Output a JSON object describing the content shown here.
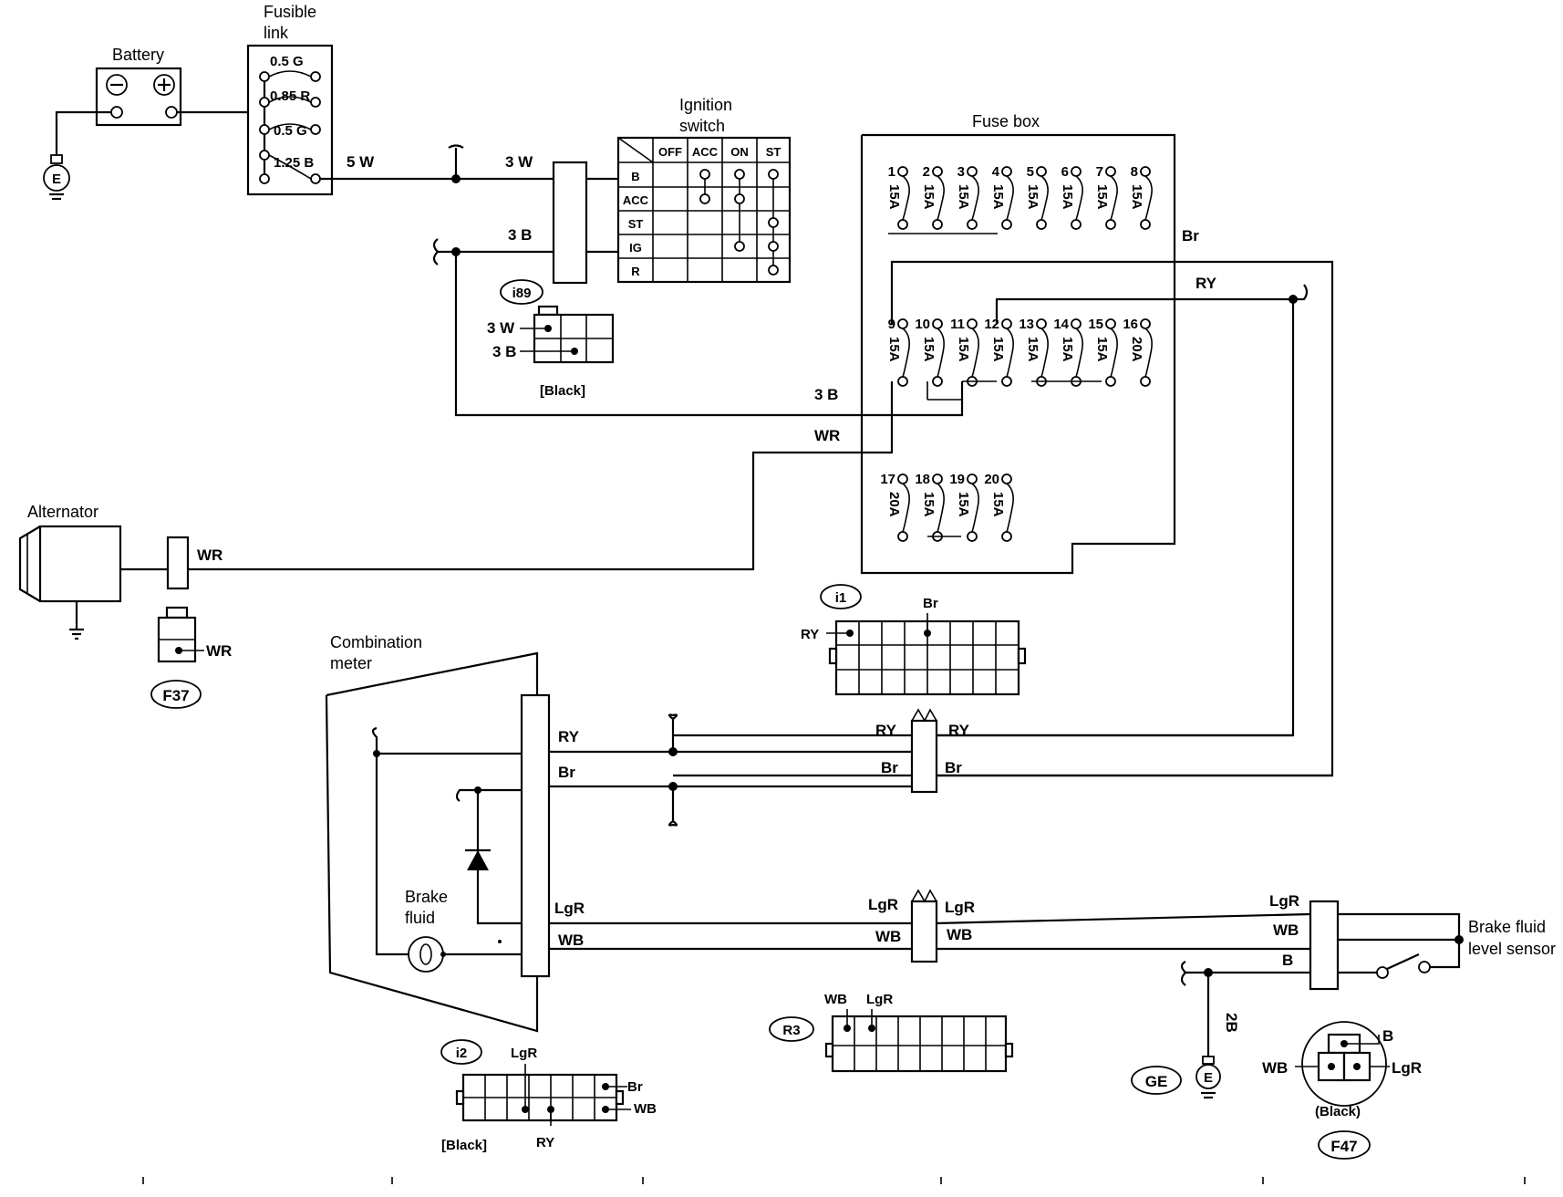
{
  "components": {
    "battery": "Battery",
    "fusible_link": [
      "Fusible",
      "link"
    ],
    "ignition_switch": [
      "Ignition",
      "switch"
    ],
    "fuse_box": "Fuse box",
    "alternator": "Alternator",
    "combination_meter": [
      "Combination",
      "meter"
    ],
    "brake_fluid": [
      "Brake",
      "fluid"
    ],
    "brake_fluid_level_sensor": [
      "Brake fluid",
      "level sensor"
    ],
    "ground": "E"
  },
  "fusible_link_ratings": [
    "0.5 G",
    "0.85 R",
    "0.5 G",
    "1.25 B"
  ],
  "ignition_switch_table": {
    "columns": [
      "OFF",
      "ACC",
      "ON",
      "ST"
    ],
    "rows": [
      "B",
      "ACC",
      "ST",
      "IG",
      "R"
    ]
  },
  "fuses": {
    "row1_numbers": [
      "1",
      "2",
      "3",
      "4",
      "5",
      "6",
      "7",
      "8"
    ],
    "row1_ratings": [
      "15A",
      "15A",
      "15A",
      "15A",
      "15A",
      "15A",
      "15A",
      "15A"
    ],
    "row2_numbers": [
      "9",
      "10",
      "11",
      "12",
      "13",
      "14",
      "15",
      "16"
    ],
    "row2_ratings": [
      "15A",
      "15A",
      "15A",
      "15A",
      "15A",
      "15A",
      "15A",
      "20A"
    ],
    "row3_numbers": [
      "17",
      "18",
      "19",
      "20"
    ],
    "row3_ratings": [
      "20A",
      "15A",
      "15A",
      "15A"
    ]
  },
  "wires": {
    "w5W": "5 W",
    "w3W": "3 W",
    "w3B": "3 B",
    "w3B_fuse": "3 B",
    "wWR_fuse": "WR",
    "wWR_alt": "WR",
    "wBr_fuse": "Br",
    "wRY_fuse": "RY",
    "meter_RY": "RY",
    "meter_Br": "Br",
    "meter_LgR": "LgR",
    "meter_WB": "WB",
    "conn_RY_left": "RY",
    "conn_RY_right": "RY",
    "conn_Br_left": "Br",
    "conn_Br_right": "Br",
    "conn_LgR_left": "LgR",
    "conn_LgR_right": "LgR",
    "conn_WB_left": "WB",
    "conn_WB_right": "WB",
    "sensor_LgR": "LgR",
    "sensor_WB": "WB",
    "sensor_B": "B",
    "ground_2B": "2B"
  },
  "connectors": {
    "i89": {
      "id": "i89",
      "pins": [
        "3 W",
        "3 B"
      ],
      "color": "[Black]"
    },
    "F37": {
      "id": "F37",
      "pin": "WR"
    },
    "i1": {
      "id": "i1",
      "pins": [
        "RY",
        "Br"
      ]
    },
    "i2": {
      "id": "i2",
      "pins": [
        "LgR",
        "Br",
        "WB",
        "RY"
      ],
      "color": "[Black]"
    },
    "R3": {
      "id": "R3",
      "pins": [
        "WB",
        "LgR"
      ]
    },
    "GE": {
      "id": "GE"
    },
    "F47": {
      "id": "F47",
      "pins": [
        "B",
        "WB",
        "LgR"
      ],
      "color": "(Black)"
    }
  }
}
